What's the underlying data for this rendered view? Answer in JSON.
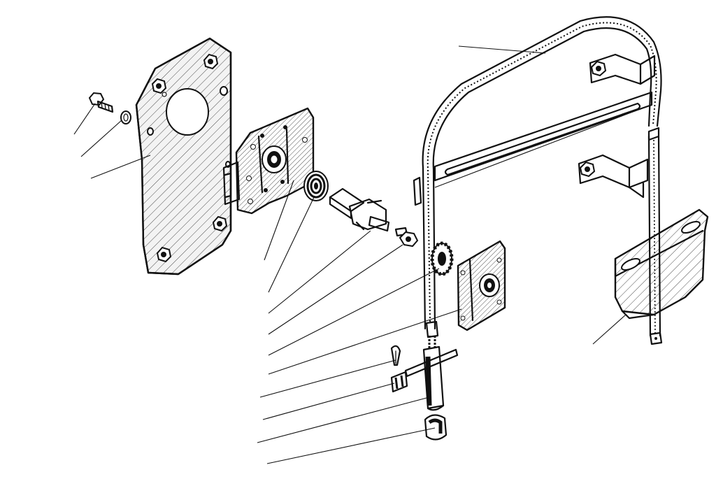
{
  "diagram": {
    "kind": "exploded-assembly-drawing",
    "ink_color": "#111111",
    "paper_color": "#ffffff",
    "hatch_color": "#222222",
    "parts": [
      {
        "id": "bolt"
      },
      {
        "id": "spring-washer"
      },
      {
        "id": "mounting-plate"
      },
      {
        "id": "gear-housing-bracket"
      },
      {
        "id": "coil-spring"
      },
      {
        "id": "drive-shaft"
      },
      {
        "id": "nut"
      },
      {
        "id": "drive-sprocket"
      },
      {
        "id": "sprocket-bracket"
      },
      {
        "id": "cotter-pin"
      },
      {
        "id": "clamp"
      },
      {
        "id": "crank-tube"
      },
      {
        "id": "handle-sleeve"
      },
      {
        "id": "guide-frame"
      },
      {
        "id": "glass-carrier-plate"
      }
    ],
    "leader_count": 16
  }
}
